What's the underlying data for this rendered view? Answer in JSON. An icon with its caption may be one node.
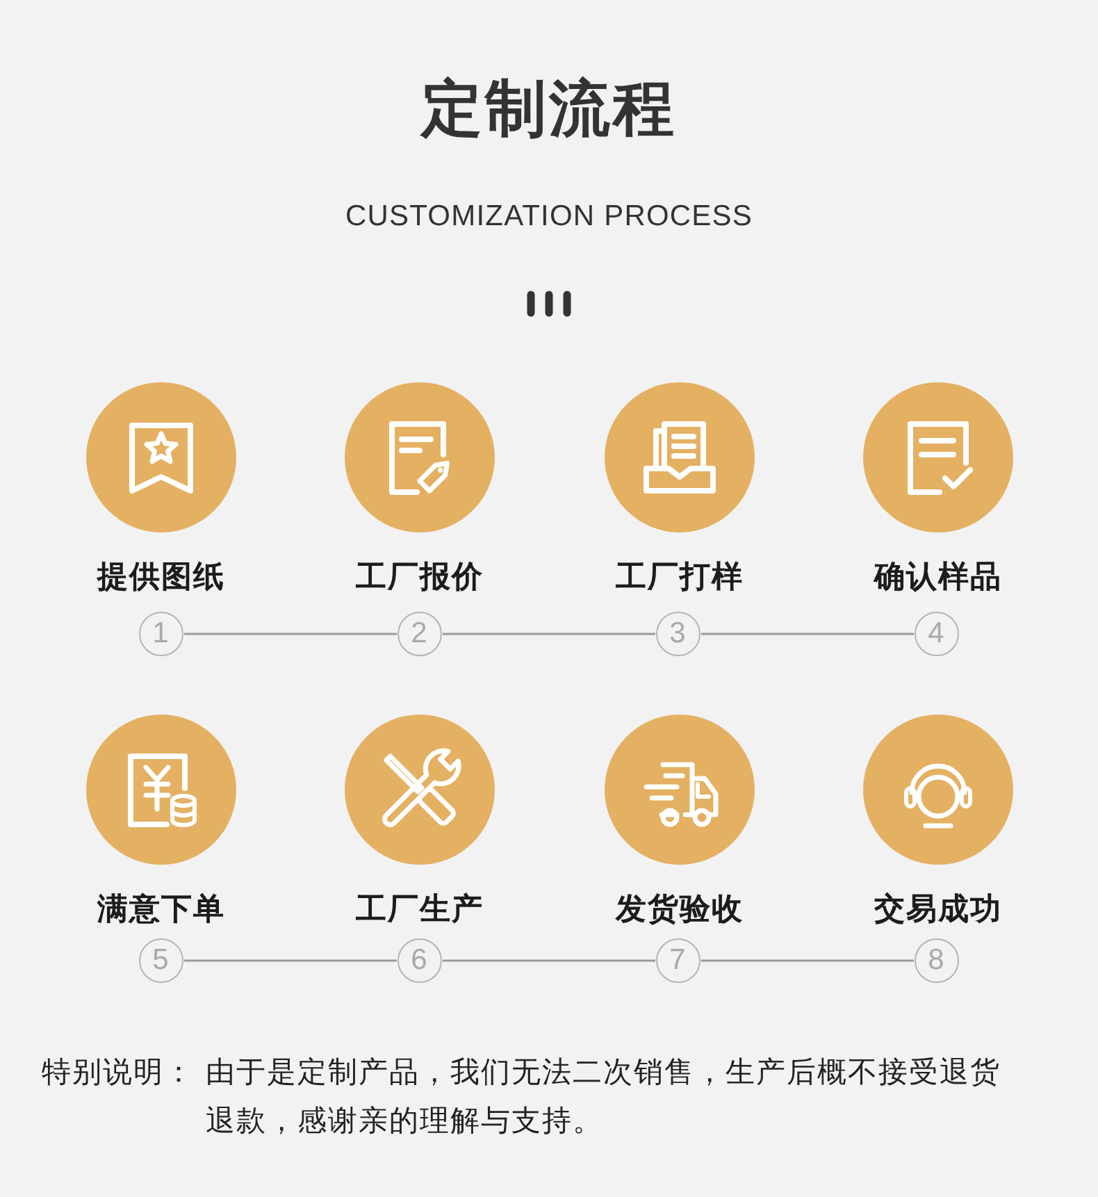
{
  "diagram": {
    "title": "定制流程",
    "nodes": [
      {
        "text": [
          "提供图纸"
        ]
      },
      {
        "text": [
          "工厂报价"
        ]
      },
      {
        "text": [
          "工厂打样"
        ]
      },
      {
        "text": [
          "确认样品"
        ]
      },
      {
        "text": [
          "1"
        ]
      },
      {
        "text": [
          "2"
        ]
      },
      {
        "text": [
          "3"
        ]
      },
      {
        "text": [
          "4"
        ]
      },
      {
        "text": [
          "满意下单"
        ]
      },
      {
        "text": [
          "工厂生产"
        ]
      },
      {
        "text": [
          "发货验收"
        ]
      },
      {
        "text": [
          "交易成功"
        ]
      },
      {
        "text": [
          "5"
        ]
      },
      {
        "text": [
          "6"
        ]
      },
      {
        "text": [
          "7"
        ]
      },
      {
        "text": [
          "8"
        ]
      }
    ],
    "edges": [
      {
        "from": 4,
        "to": 5,
        "arrow": "none"
      },
      {
        "from": 5,
        "to": 6,
        "arrow": "none"
      },
      {
        "from": 6,
        "to": 7,
        "arrow": "none"
      },
      {
        "from": 12,
        "to": 13,
        "arrow": "none"
      },
      {
        "from": 13,
        "to": 14,
        "arrow": "none"
      },
      {
        "from": 14,
        "to": 15,
        "arrow": "none"
      }
    ],
    "labels": [
      "CUSTOMIZATION PROCESS",
      "特别说明：",
      "由于是定制产品，我们无法二次销售，生产后概不接受退货退款，感谢亲的理解与支持。"
    ]
  }
}
